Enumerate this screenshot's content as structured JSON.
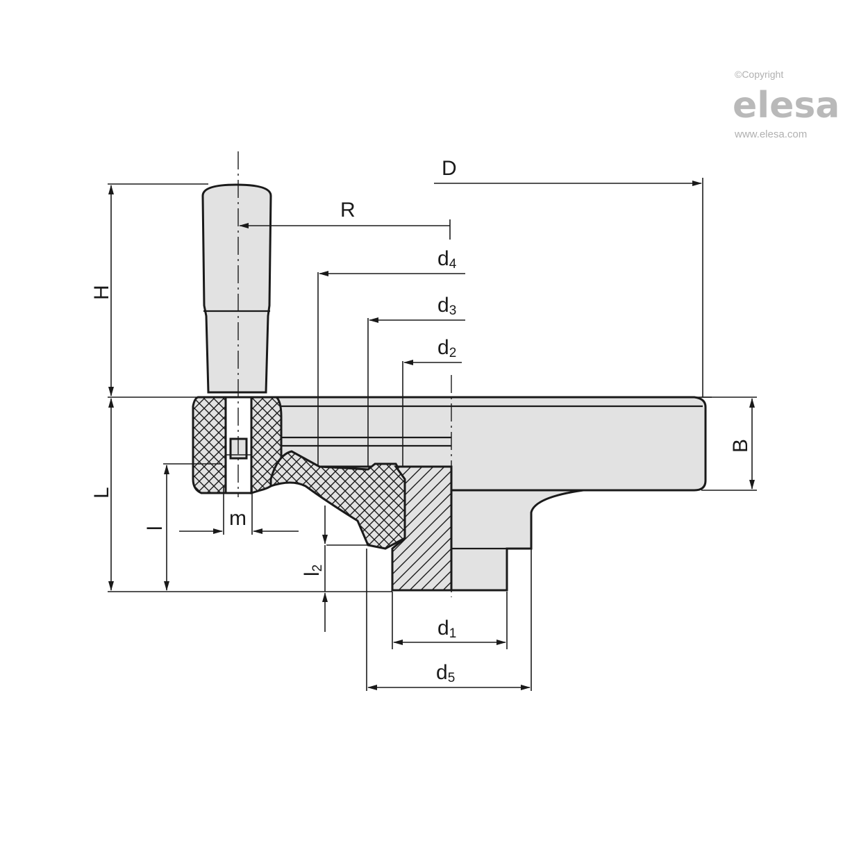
{
  "logo": {
    "copyright": "©Copyright",
    "brand": "elesa",
    "website": "www.elesa.com"
  },
  "dimensions": {
    "D": "D",
    "R": "R",
    "H": "H",
    "L": "L",
    "B": "B",
    "l": "l",
    "m": "m",
    "l2": {
      "base": "l",
      "sub": "2"
    },
    "d1": {
      "base": "d",
      "sub": "1"
    },
    "d2": {
      "base": "d",
      "sub": "2"
    },
    "d3": {
      "base": "d",
      "sub": "3"
    },
    "d4": {
      "base": "d",
      "sub": "4"
    },
    "d5": {
      "base": "d",
      "sub": "5"
    }
  }
}
